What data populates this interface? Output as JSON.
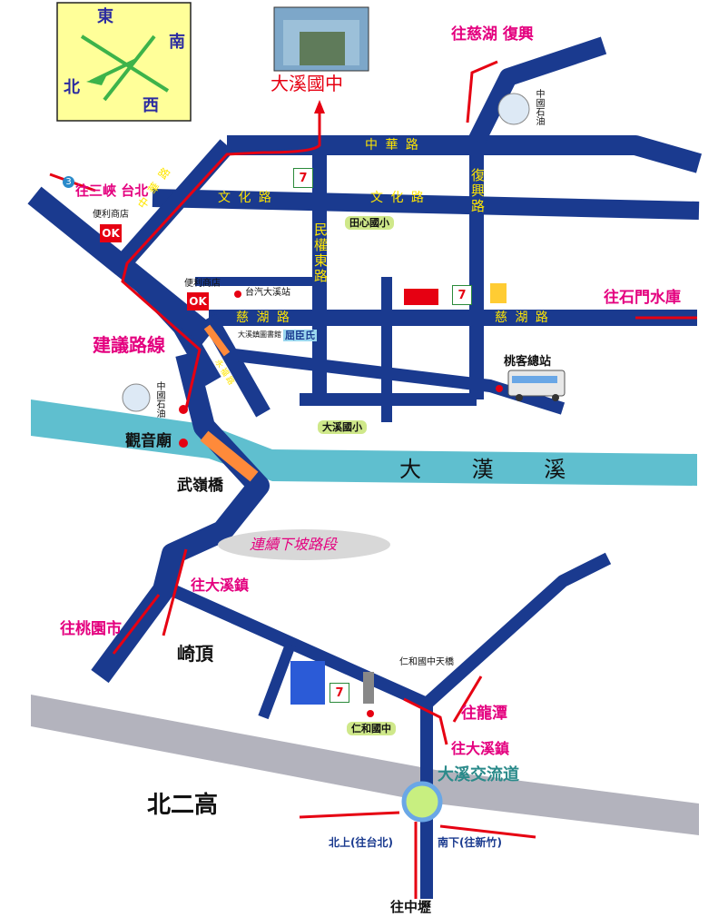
{
  "compass": {
    "east": "東",
    "south": "南",
    "north": "北",
    "west": "西"
  },
  "school_title": "大溪國中",
  "dest": {
    "cihu_fuxing": "往慈湖 復興",
    "sanxia_taipei": "往三峽 台北",
    "sanxia_num": "3",
    "shimen": "往石門水庫",
    "taoyuan": "往桃園市",
    "daxi_town1": "往大溪鎮",
    "daxi_town2": "往大溪鎮",
    "longtan": "往龍潭",
    "zhongli": "往中壢",
    "north_bound": "北上(往台北)",
    "south_bound": "南下(往新竹)"
  },
  "roads": {
    "zhonghua_top": "中 華 路",
    "wenhua1": "文 化 路",
    "wenhua2": "文 化 路",
    "zhonghua_diag": "中 華 路",
    "minquan_east": "民權東路",
    "fuxing": "復興路",
    "cihu1": "慈 湖 路",
    "cihu2": "慈 湖 路",
    "yongfu": "永福路"
  },
  "places": {
    "cpc_top": "中國石油",
    "cpc_left": "中國石油",
    "convenience": "便利商店",
    "convenience2": "便利商店",
    "ok1": "OK",
    "ok2": "OK",
    "bus_station": "台汽大溪站",
    "tianxin": "田心國小",
    "daxi_elem": "大溪國小",
    "taoke": "桃客總站",
    "guanyin": "觀音廟",
    "wuling": "武嶺橋",
    "qiding": "崎頂",
    "renhe": "仁和國中",
    "renhe_bridge": "仁和國中天橋",
    "interchange": "大溪交流道",
    "freeway": "北二高",
    "seven": "7",
    "small_shop": "大溪鎮圖書館",
    "wellcome": "屈臣氏"
  },
  "notes": {
    "suggested": "建議路線",
    "downhill": "連續下坡路段"
  },
  "river": "大 漢 溪",
  "colors": {
    "road": "#1a3a8f",
    "river": "#5fbfcf",
    "freeway": "#b3b3bd",
    "route": "#e60012",
    "compass_bg": "#ffff99"
  }
}
